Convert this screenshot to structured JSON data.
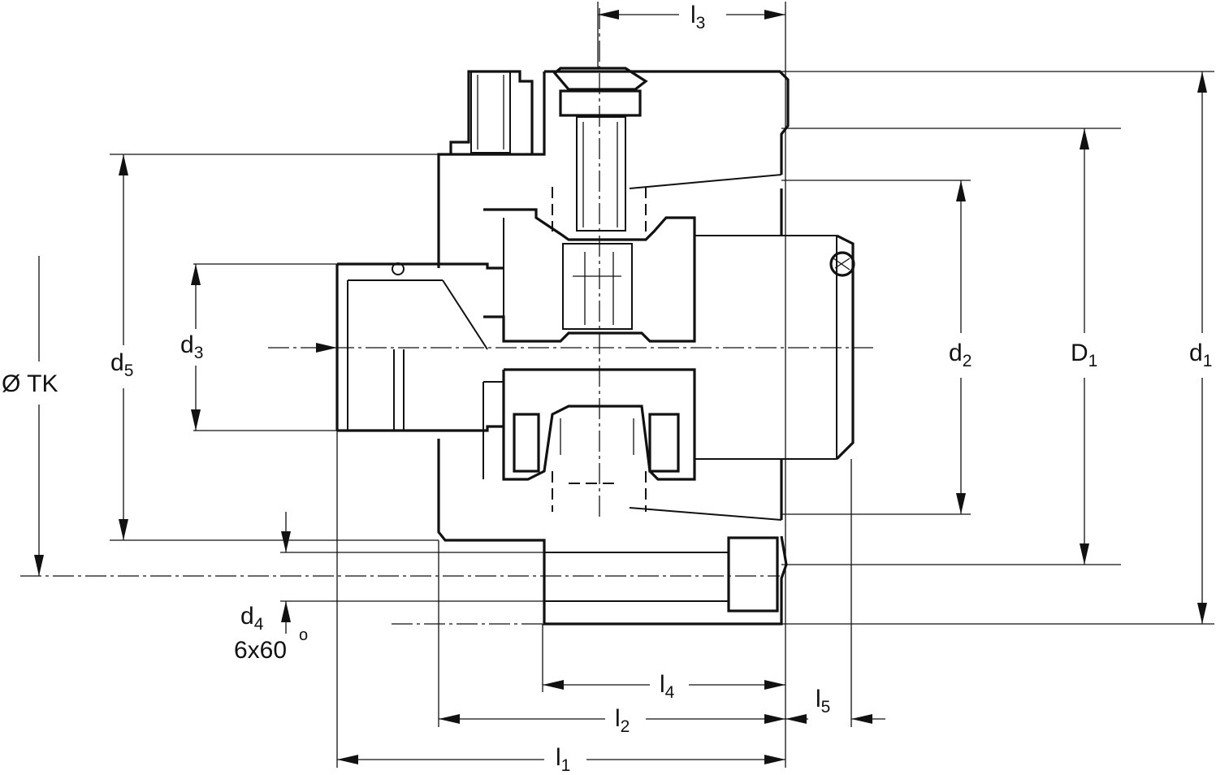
{
  "labels": {
    "l3": {
      "base": "l",
      "sub": "3"
    },
    "d5": {
      "base": "d",
      "sub": "5"
    },
    "d3": {
      "base": "d",
      "sub": "3"
    },
    "tk": "Ø TK",
    "d2": {
      "base": "d",
      "sub": "2"
    },
    "D1": {
      "base": "D",
      "sub": "1"
    },
    "d1": {
      "base": "d",
      "sub": "1"
    },
    "d4": {
      "base": "d",
      "sub": "4"
    },
    "holes": "6x60",
    "degree": "o",
    "l4": {
      "base": "l",
      "sub": "4"
    },
    "l5": {
      "base": "l",
      "sub": "5"
    },
    "l2": {
      "base": "l",
      "sub": "2"
    },
    "l1": {
      "base": "l",
      "sub": "1"
    }
  }
}
